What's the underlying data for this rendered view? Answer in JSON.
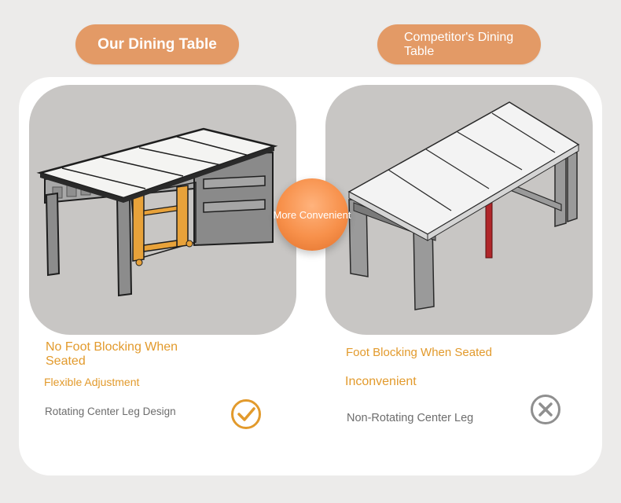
{
  "headers": {
    "ours": "Our Dining Table",
    "competitor": "Competitor's Dining Table"
  },
  "badge": "More Convenient",
  "left": {
    "feature_1": "No Foot Blocking When Seated",
    "feature_2": "Flexible Adjustment",
    "feature_3": "Rotating Center Leg Design",
    "icon": "check-circle-icon"
  },
  "right": {
    "feature_1": "Foot Blocking When Seated",
    "feature_2": "Inconvenient",
    "feature_3": "Non-Rotating Center Leg",
    "icon": "x-circle-icon"
  },
  "colors": {
    "accent_orange": "#e39a66",
    "text_orange": "#e29a2c",
    "text_gray": "#6d6d6d",
    "leg_orange": "#e8a23a",
    "leg_red": "#b0262a"
  }
}
